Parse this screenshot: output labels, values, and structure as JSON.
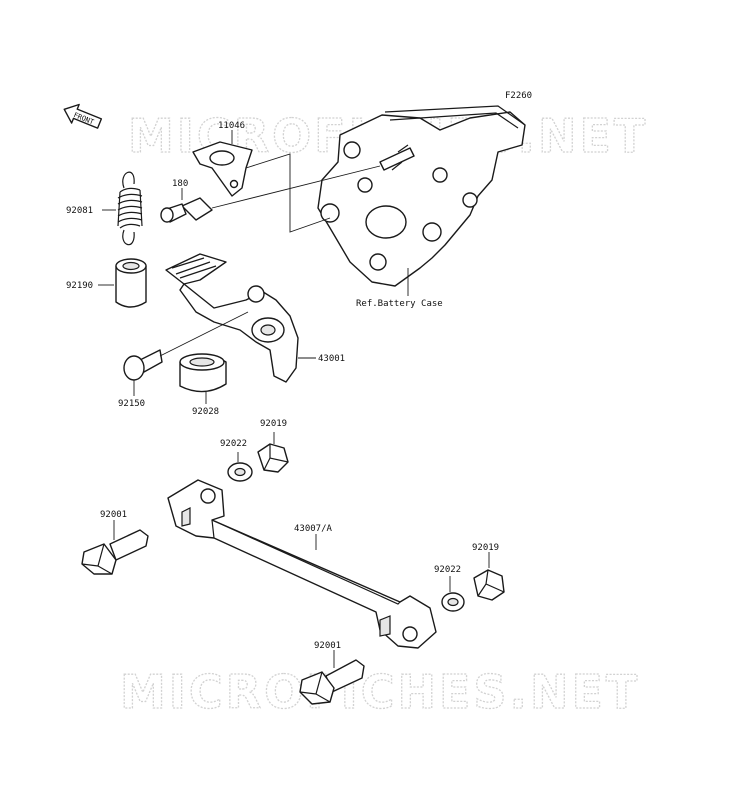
{
  "figure_code": "F2260",
  "front_label": "FRONT",
  "reference_note": "Ref.Battery Case",
  "watermark": "MICROFICHES.NET",
  "parts": {
    "p11046": "11046",
    "p180": "180",
    "p92081": "92081",
    "p92190": "92190",
    "p43001": "43001",
    "p92150": "92150",
    "p92028": "92028",
    "p92019_top": "92019",
    "p92022_top": "92022",
    "p92001_left": "92001",
    "p43007A": "43007/A",
    "p92019_right": "92019",
    "p92022_right": "92022",
    "p92001_bottom": "92001"
  }
}
